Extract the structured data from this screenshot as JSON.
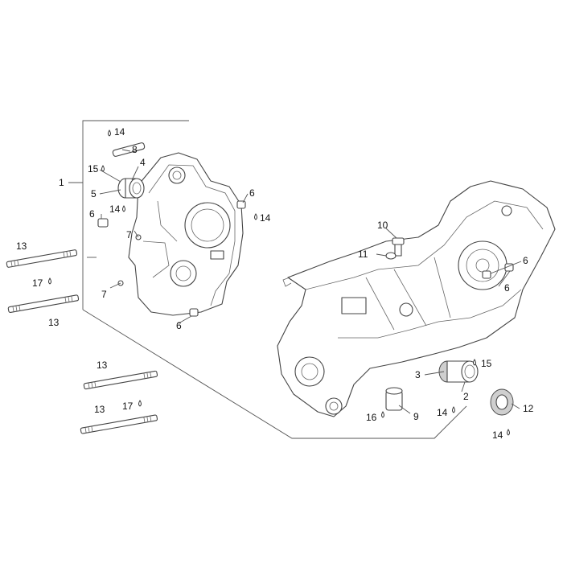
{
  "callouts": [
    {
      "id": "c14a",
      "text": "14"
    },
    {
      "id": "c8",
      "text": "8"
    },
    {
      "id": "c15a",
      "text": "15"
    },
    {
      "id": "c4",
      "text": "4"
    },
    {
      "id": "c1",
      "text": "1"
    },
    {
      "id": "c5",
      "text": "5"
    },
    {
      "id": "c14b",
      "text": "14"
    },
    {
      "id": "c6a",
      "text": "6"
    },
    {
      "id": "c6b",
      "text": "6"
    },
    {
      "id": "c14c",
      "text": "14"
    },
    {
      "id": "c7a",
      "text": "7"
    },
    {
      "id": "c13a",
      "text": "13"
    },
    {
      "id": "c17a",
      "text": "17"
    },
    {
      "id": "c7b",
      "text": "7"
    },
    {
      "id": "c13b",
      "text": "13"
    },
    {
      "id": "c6c",
      "text": "6"
    },
    {
      "id": "c10",
      "text": "10"
    },
    {
      "id": "c11",
      "text": "11"
    },
    {
      "id": "c6d",
      "text": "6"
    },
    {
      "id": "c6e",
      "text": "6"
    },
    {
      "id": "c13c",
      "text": "13"
    },
    {
      "id": "c15b",
      "text": "15"
    },
    {
      "id": "c3",
      "text": "3"
    },
    {
      "id": "c2",
      "text": "2"
    },
    {
      "id": "c13d",
      "text": "13"
    },
    {
      "id": "c17b",
      "text": "17"
    },
    {
      "id": "c14d",
      "text": "14"
    },
    {
      "id": "c16",
      "text": "16"
    },
    {
      "id": "c9",
      "text": "9"
    },
    {
      "id": "c12",
      "text": "12"
    },
    {
      "id": "c14e",
      "text": "14"
    }
  ]
}
